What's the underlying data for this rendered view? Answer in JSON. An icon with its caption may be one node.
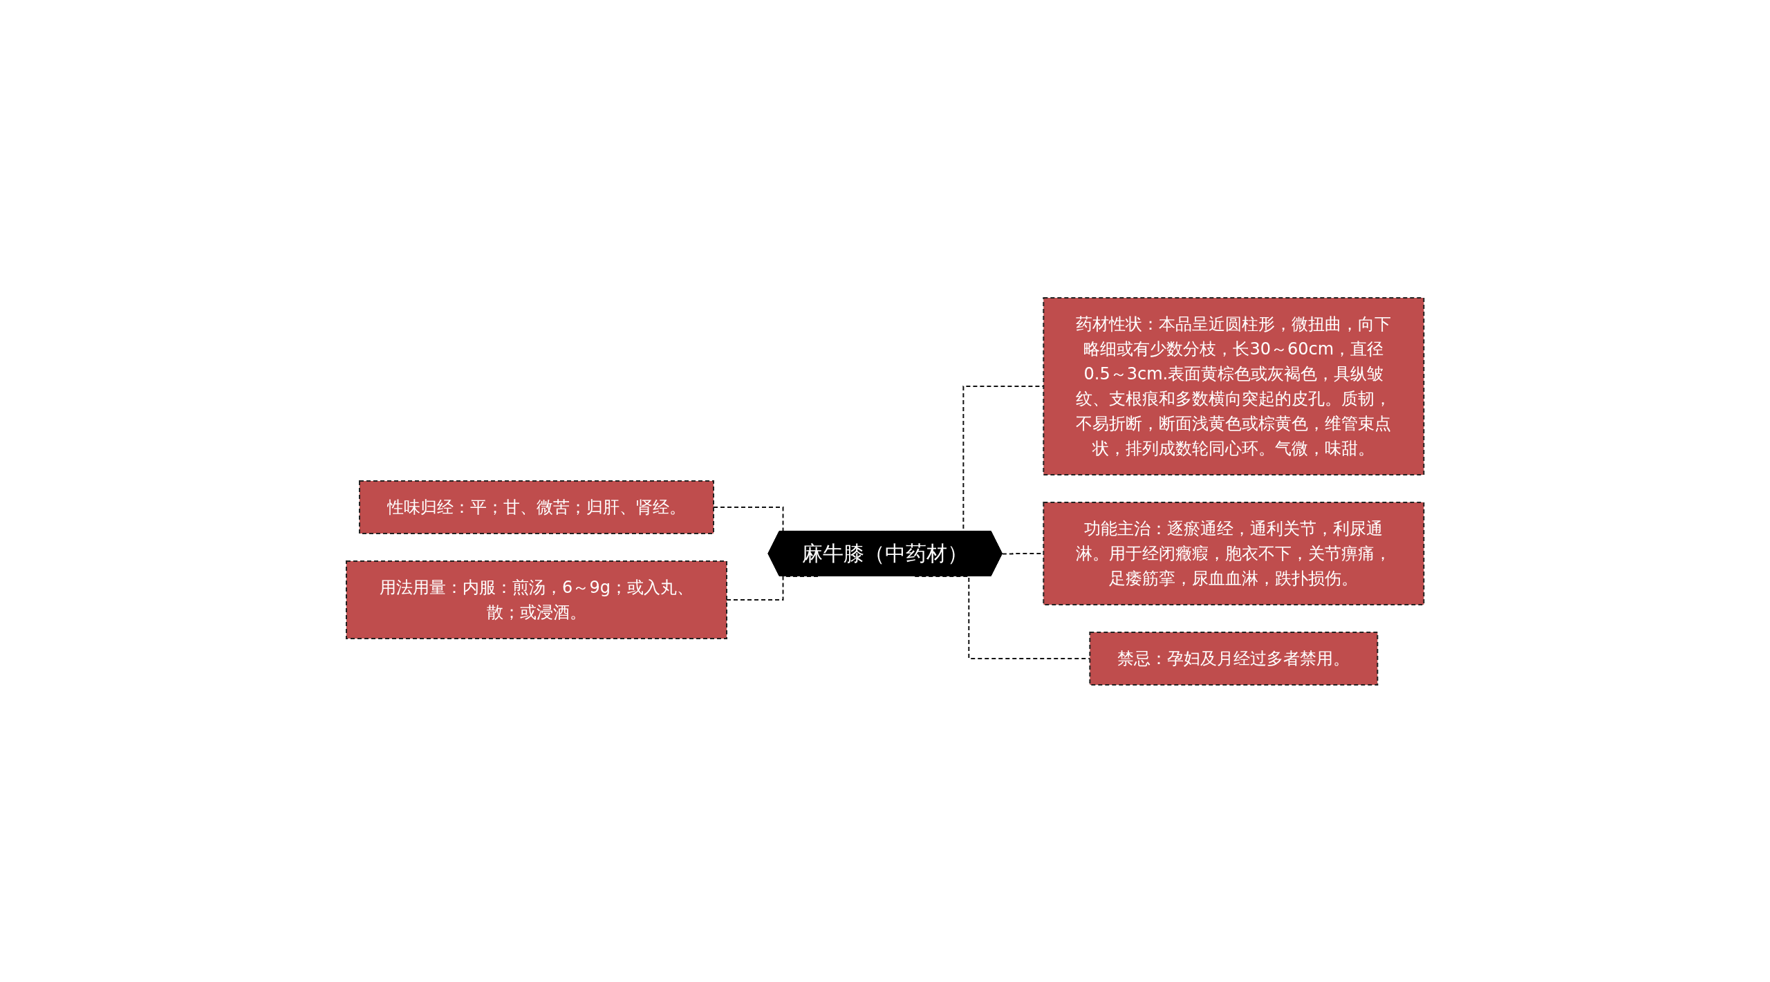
{
  "diagram": {
    "nodes": [
      {
        "text": [
          "麻牛膝（中药材）"
        ]
      },
      {
        "text": [
          "性味归经：平；甘、微苦；归肝、肾经。"
        ]
      },
      {
        "text": [
          "用法用量：内服：煎汤，6～9g；或入丸、散；或浸酒。"
        ]
      },
      {
        "text": [
          "药材性状：本品呈近圆柱形，微扭曲，向下略细或有少数分枝，长30～60cm，直径0.5～3cm.表面黄棕色或灰褐色，具纵皱纹、支根痕和多数横向突起的皮孔。质韧，不易折断，断面浅黄色或棕黄色，维管束点状，排列成数轮同心环。气微，味甜。"
        ]
      },
      {
        "text": [
          "功能主治：逐瘀通经，通利关节，利尿通淋。用于经闭癥瘕，胞衣不下，关节痹痛，足痿筋挛，尿血血淋，跌扑损伤。"
        ]
      },
      {
        "text": [
          "禁忌：孕妇及月经过多者禁用。"
        ]
      }
    ],
    "edges": [
      {
        "from": 1,
        "to": 0,
        "arrow": "none",
        "style": "dashed"
      },
      {
        "from": 2,
        "to": 0,
        "arrow": "none",
        "style": "dashed"
      },
      {
        "from": 0,
        "to": 3,
        "arrow": "none",
        "style": "dashed"
      },
      {
        "from": 0,
        "to": 4,
        "arrow": "none",
        "style": "dashed"
      },
      {
        "from": 0,
        "to": 5,
        "arrow": "none",
        "style": "dashed"
      }
    ]
  }
}
